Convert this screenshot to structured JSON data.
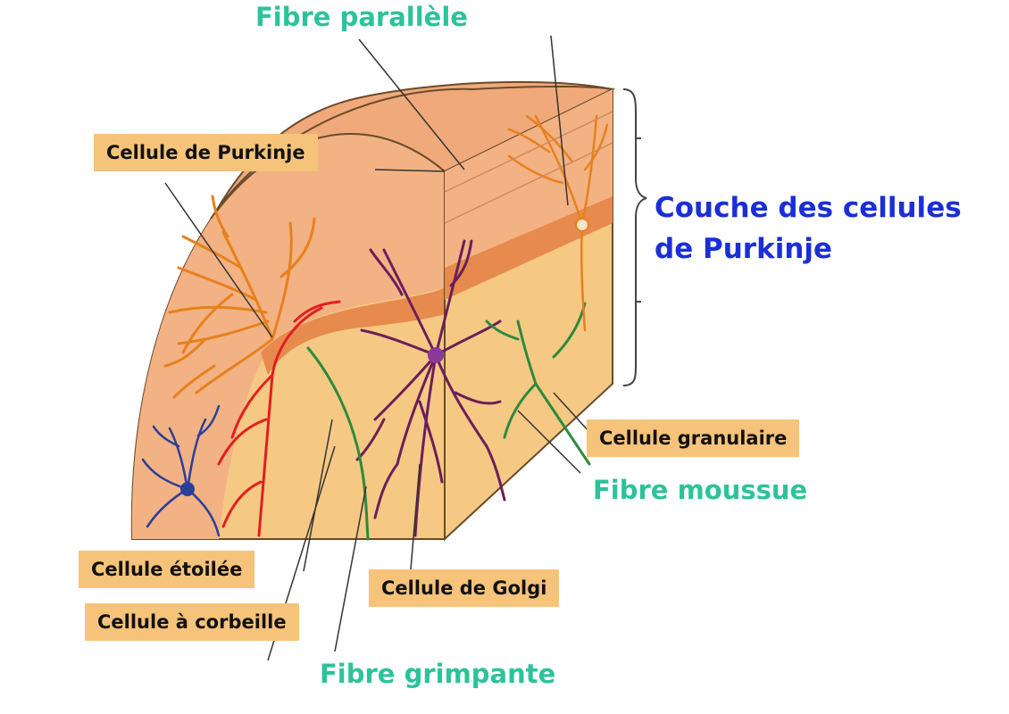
{
  "colors": {
    "label_box": "#f6c37a",
    "fiber_label": "#2cc39a",
    "layer_label": "#1b2fd6",
    "molecular_layer": "#f2b284",
    "purkinje_band": "#e78a4e",
    "granular_layer": "#f5c983",
    "purkinje_cell": "#e8801c",
    "climbing_fiber": "#e41e1e",
    "golgi_cell": "#6a1f5a",
    "mossy_fiber": "#2d8a3e",
    "stellate_cell": "#2a3e9a"
  },
  "labels": {
    "fibre_parallele": "Fibre parallèle",
    "cellule_purkinje": "Cellule de Purkinje",
    "couche_line1": "Couche des cellules",
    "couche_line2": "de Purkinje",
    "cellule_granulaire": "Cellule granulaire",
    "fibre_moussue": "Fibre moussue",
    "cellule_etoilee": "Cellule étoilée",
    "cellule_corbeille": "Cellule à corbeille",
    "cellule_golgi": "Cellule de Golgi",
    "fibre_grimpante": "Fibre grimpante"
  }
}
